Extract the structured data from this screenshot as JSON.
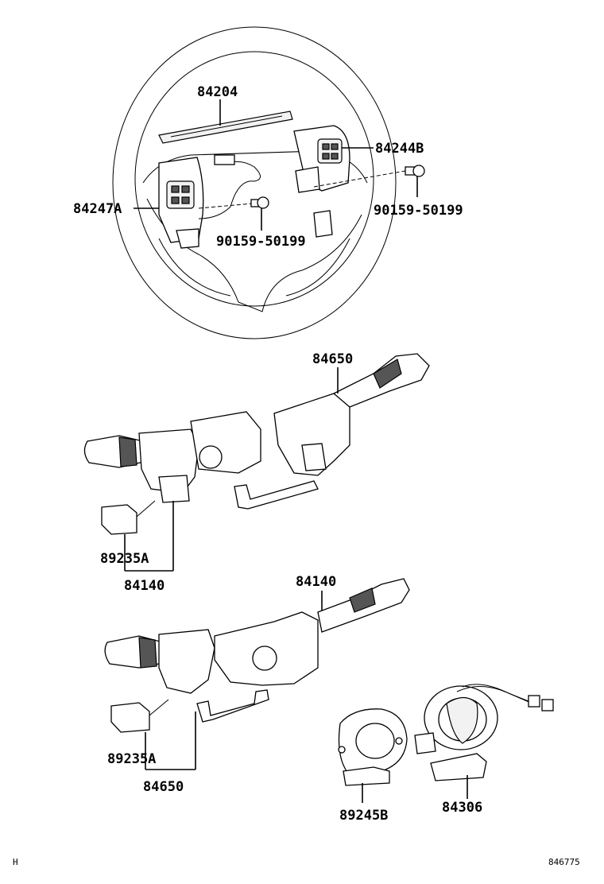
{
  "labels": {
    "p84204": "84204",
    "p84244B": "84244B",
    "p84247A": "84247A",
    "p90159_right": "90159-50199",
    "p90159_left": "90159-50199",
    "p84650_top": "84650",
    "p89235A_upper": "89235A",
    "p84140_upper": "84140",
    "p84140_lower": "84140",
    "p89235A_lower": "89235A",
    "p84650_lower": "84650",
    "p89245B": "89245B",
    "p84306": "84306"
  },
  "footer": {
    "left": "H",
    "right": "846775"
  }
}
